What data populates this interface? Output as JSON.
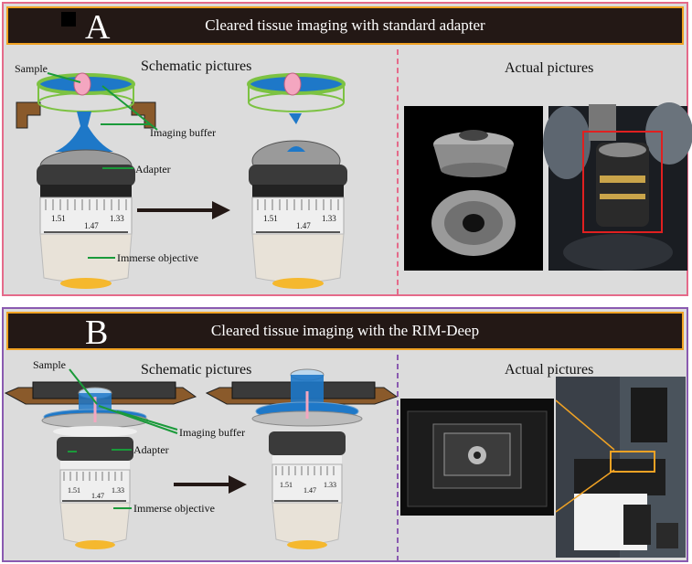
{
  "panel_a": {
    "letter": "A",
    "header": "Cleared tissue imaging with standard adapter",
    "schematic_title": "Schematic pictures",
    "actual_title": "Actual pictures",
    "labels": {
      "sample": "Sample",
      "imaging_buffer": "Imaging buffer",
      "adapter": "Adapter",
      "objective": "Immerse objective"
    },
    "scale_marks": [
      "1.51",
      "1.47",
      "1.33"
    ]
  },
  "panel_b": {
    "letter": "B",
    "header": "Cleared tissue imaging with the RIM-Deep",
    "schematic_title": "Schematic pictures",
    "actual_title": "Actual pictures",
    "labels": {
      "sample": "Sample",
      "imaging_buffer": "Imaging buffer",
      "adapter": "Adapter",
      "objective": "Immerse objective"
    },
    "scale_marks": [
      "1.51",
      "1.47",
      "1.33"
    ]
  },
  "colors": {
    "border_a": "#e56a8a",
    "border_b": "#8a5ab0",
    "header_bg": "#231815",
    "header_border": "#f0a224",
    "buffer": "#1e78c8",
    "ring": "#7cc242",
    "label_line": "#1a9a3a",
    "arrow": "#231815"
  }
}
